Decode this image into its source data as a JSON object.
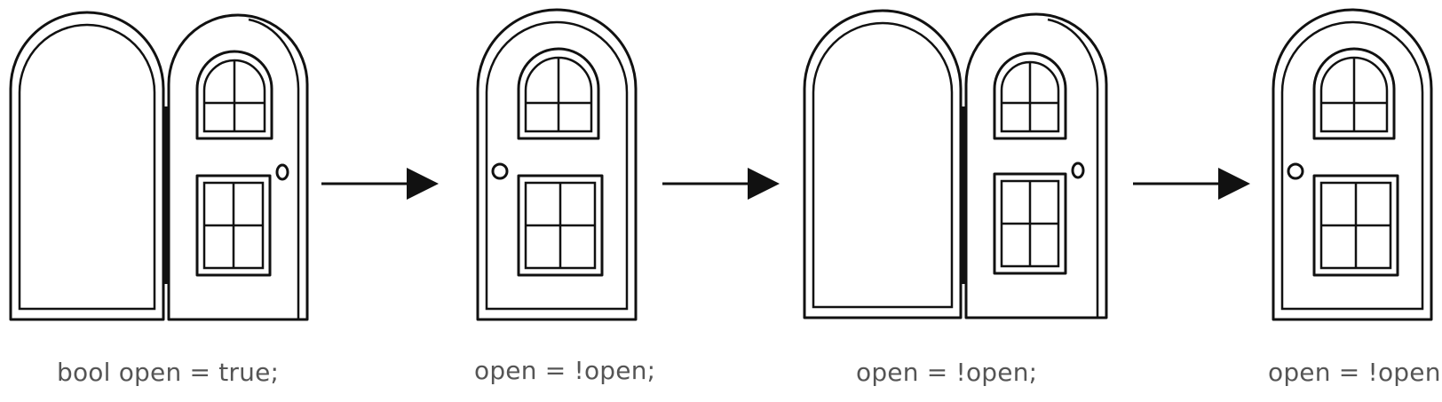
{
  "diagram": {
    "states": [
      {
        "door": "open",
        "caption": "bool open = true;"
      },
      {
        "door": "closed",
        "caption": "open = !open;"
      },
      {
        "door": "open",
        "caption": "open = !open;"
      },
      {
        "door": "closed",
        "caption": "open = !open;"
      }
    ],
    "colors": {
      "line": "#111111",
      "caption": "#555555",
      "background": "#ffffff"
    },
    "icons": [
      "arch-door-icon",
      "right-arrow-icon"
    ]
  }
}
